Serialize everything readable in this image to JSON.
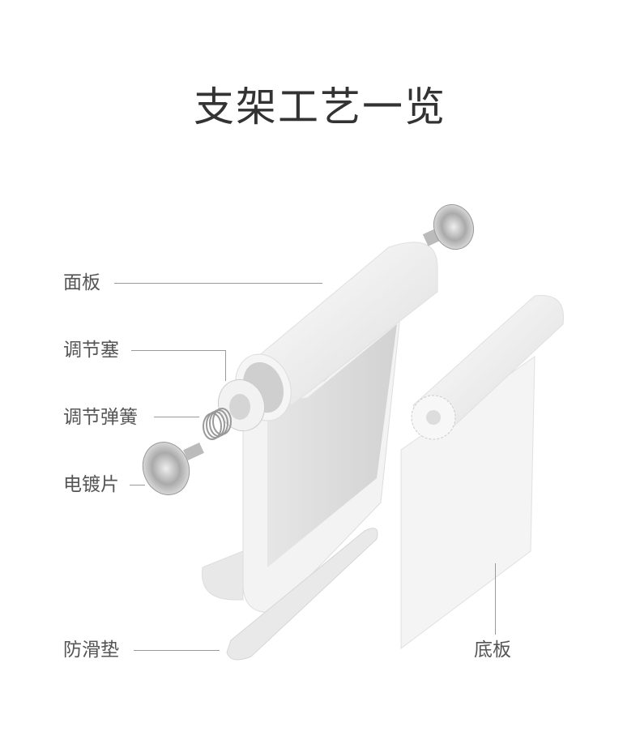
{
  "title": "支架工艺一览",
  "labels": {
    "panel": "面板",
    "adjust_plug": "调节塞",
    "adjust_spring": "调节弹簧",
    "plated_disc": "电镀片",
    "anti_slip_pad": "防滑垫",
    "base_plate": "底板"
  }
}
